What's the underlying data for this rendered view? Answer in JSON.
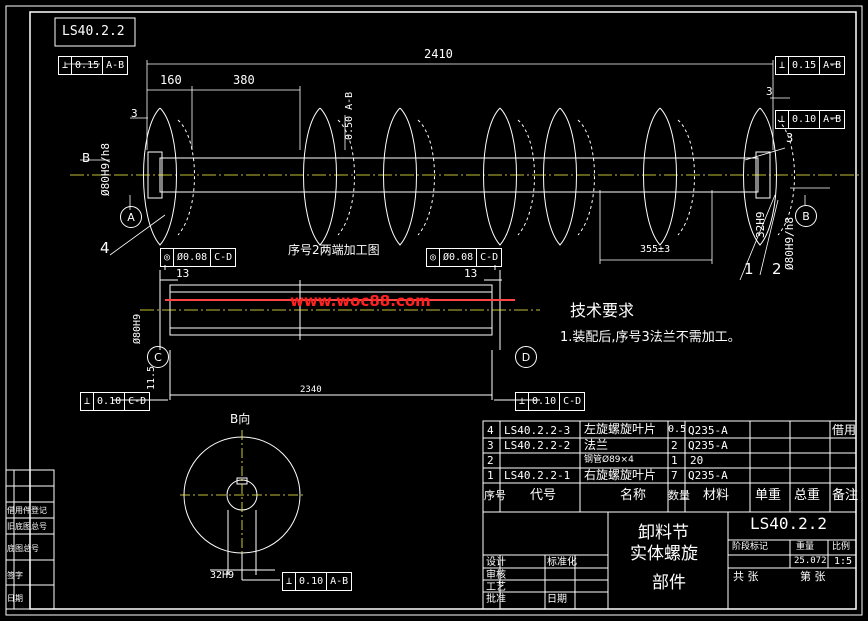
{
  "drawing_number": "LS40.2.2",
  "watermark": "www.woc88.com",
  "dims": {
    "overall": "2410",
    "d160": "160",
    "d380": "380",
    "d3_left": "3",
    "d3_right_top": "3",
    "d3_right": "3",
    "shaft_dia_left": "Ø80H9/h8",
    "shaft_dia_right": "Ø80H9/h8",
    "keyway_right": "32H9",
    "pitch": "355±3",
    "detail_13_left": "13",
    "detail_13_right": "13",
    "detail_len": "2340",
    "detail_dia": "Ø80H9",
    "detail_115": "11.5",
    "face_key": "32H9",
    "tol_050": "0.50",
    "tol_050_ref": "A-B"
  },
  "fcf": {
    "top_left": [
      "⊥",
      "0.15",
      "A-B"
    ],
    "top_right": [
      "⊥",
      "0.15",
      "A-B"
    ],
    "mid_right": [
      "⊥",
      "0.10",
      "A-B"
    ],
    "detail_left": [
      "◎",
      "Ø0.08",
      "C-D"
    ],
    "detail_right": [
      "◎",
      "Ø0.08",
      "C-D"
    ],
    "bottom_left": [
      "⊥",
      "0.10",
      "C-D"
    ],
    "bottom_right": [
      "⊥",
      "0.10",
      "C-D"
    ],
    "face_view": [
      "⊥",
      "0.10",
      "A-B"
    ]
  },
  "datums": {
    "a": "A",
    "b": "B",
    "c": "C",
    "d": "D",
    "b_arrow": "B"
  },
  "balloons": [
    "1",
    "2",
    "3",
    "4"
  ],
  "detail_title": "序号2两端加工图",
  "view_title": "B向",
  "tech_title": "技术要求",
  "tech_note": "1.装配后,序号3法兰不需加工。",
  "bom": {
    "rows": [
      {
        "no": "4",
        "code": "LS40.2.2-3",
        "name": "左旋螺旋叶片",
        "qty": "0.5",
        "material": "Q235-A"
      },
      {
        "no": "3",
        "code": "LS40.2.2-2",
        "name": "法兰",
        "qty": "2",
        "material": "Q235-A"
      },
      {
        "no": "2",
        "code": "",
        "name": "钢管Ø89×4",
        "qty": "1",
        "material": "20"
      },
      {
        "no": "1",
        "code": "LS40.2.2-1",
        "name": "右旋螺旋叶片",
        "qty": "7",
        "material": "Q235-A"
      }
    ],
    "header": {
      "no": "序号",
      "code": "代号",
      "name": "名称",
      "qty": "数量",
      "material": "材料",
      "unit": "单重",
      "total": "总重",
      "remark": "备注"
    },
    "borrow": "借用"
  },
  "title_block": {
    "name_line1": "卸料节",
    "name_line2": "实体螺旋",
    "name_line3": "部件",
    "number": "LS40.2.2",
    "weight": "25.072",
    "scale": "1:5",
    "sheet_total": "共 张",
    "sheet_no": "第 张",
    "design": "设计",
    "check": "审核",
    "process": "工艺",
    "approve": "批准",
    "standard": "标准化",
    "date": "日期",
    "stage_label": "阶段标记",
    "weight_label": "重量",
    "scale_label": "比例"
  },
  "side_block": [
    "借用件登记",
    "旧底图总号",
    "底图总号",
    "签字",
    "日期"
  ]
}
